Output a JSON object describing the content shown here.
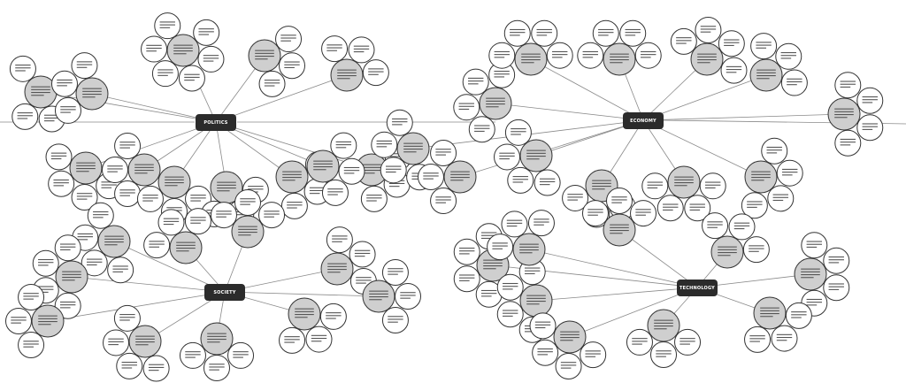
{
  "hubs": {
    "politics": "POLITICS",
    "economy": "ECONOMY",
    "society": "SOCIETY",
    "technology": "TECHNOLOGY"
  },
  "colors": {
    "hub": "#2b2b2b",
    "topic": "#cfcfcf",
    "leaf": "#ffffff",
    "edge": "#8a8a8a"
  }
}
